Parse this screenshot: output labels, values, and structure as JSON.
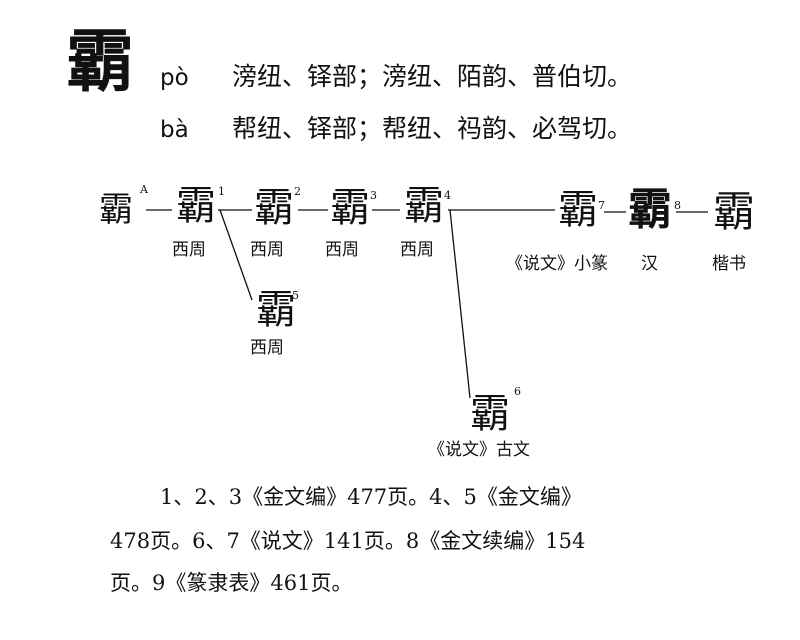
{
  "head_char": "霸",
  "readings": [
    {
      "pinyin": "pò",
      "text": "滂纽、铎部；滂纽、陌韵、普伯切。"
    },
    {
      "pinyin": "bà",
      "text": "帮纽、铎部；帮纽、祃韵、必驾切。"
    }
  ],
  "forms": [
    {
      "id": "A",
      "glyph": "霸",
      "label": ""
    },
    {
      "id": "1",
      "glyph": "霸",
      "label": "西周"
    },
    {
      "id": "2",
      "glyph": "霸",
      "label": "西周"
    },
    {
      "id": "3",
      "glyph": "霸",
      "label": "西周"
    },
    {
      "id": "4",
      "glyph": "霸",
      "label": "西周"
    },
    {
      "id": "5",
      "glyph": "霸",
      "label": "西周"
    },
    {
      "id": "6",
      "glyph": "霸",
      "label": "《说文》古文"
    },
    {
      "id": "7",
      "glyph": "霸",
      "label": "《说文》小篆"
    },
    {
      "id": "8",
      "glyph": "霸",
      "label": "汉"
    },
    {
      "id": "9",
      "glyph": "霸",
      "label": "楷书"
    }
  ],
  "references": [
    "1、2、3《金文编》477页。4、5《金文编》",
    "478页。6、7《说文》141页。8《金文续编》154",
    "页。9《篆隶表》461页。"
  ]
}
